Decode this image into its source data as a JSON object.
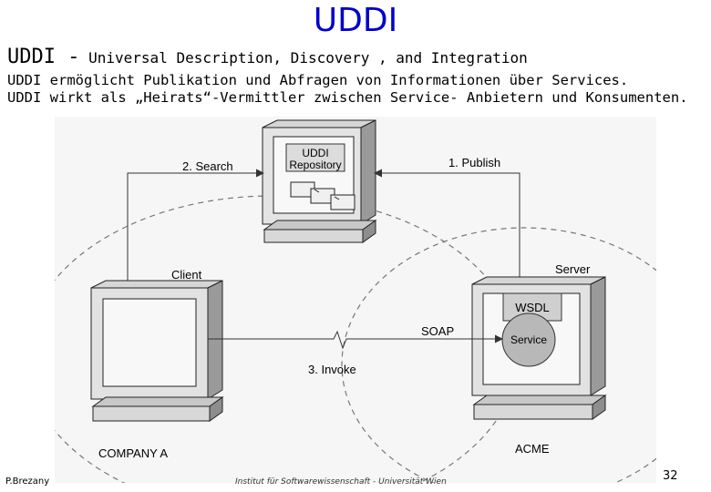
{
  "slide": {
    "title": "UDDI",
    "subtitle_abbr": "UDDI -",
    "subtitle_full": "Universal Description, Discovery , and Integration",
    "line2": "UDDI ermöglicht Publikation und Abfragen von Informationen über Services.",
    "line3": "UDDI wirkt als „Heirats“-Vermittler zwischen Service- Anbietern und Konsumenten."
  },
  "diagram": {
    "repository_label_1": "UDDI",
    "repository_label_2": "Repository",
    "search_label": "2. Search",
    "publish_label": "1. Publish",
    "client_label": "Client",
    "server_label": "Server",
    "wsdl_label": "WSDL",
    "service_label": "Service",
    "soap_label": "SOAP",
    "invoke_label": "3. Invoke",
    "company_label": "COMPANY A",
    "acme_label": "ACME"
  },
  "footer": {
    "author": "P.Brezany",
    "institute": "Institut für Softwarewissenschaft - Universität Wien",
    "page_number": "32"
  }
}
